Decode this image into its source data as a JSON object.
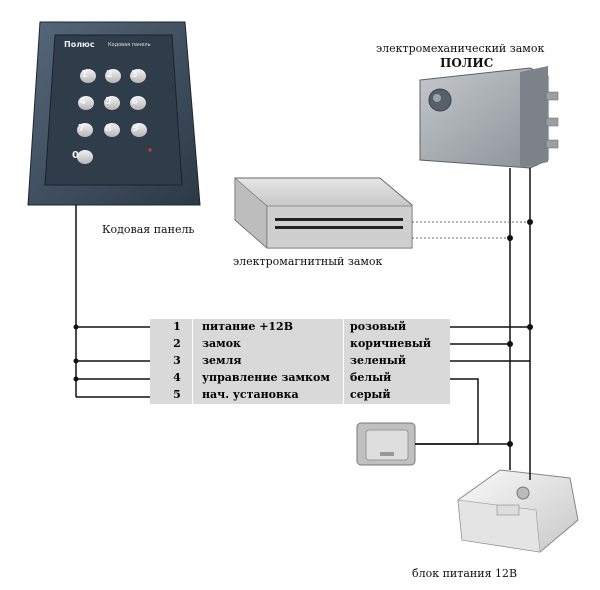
{
  "keypad": {
    "brand": "Полюс",
    "subtitle": "Кодовая панель",
    "keys": [
      "1",
      "2",
      "3",
      "4",
      "5",
      "6",
      "7",
      "8",
      "9",
      "0"
    ],
    "label": "Кодовая панель"
  },
  "mech_lock": {
    "label_line1": "электромеханический замок",
    "label_line2": "ПОЛИС"
  },
  "magnetic_lock": {
    "label": "электромагнитный замок"
  },
  "power_supply": {
    "label": "блок питания 12В"
  },
  "terminals": [
    {
      "num": "1",
      "desc": "питание +12В",
      "color": "розовый"
    },
    {
      "num": "2",
      "desc": "замок",
      "color": "коричневый"
    },
    {
      "num": "3",
      "desc": "земля",
      "color": "зеленый"
    },
    {
      "num": "4",
      "desc": "управление замком",
      "color": "белый"
    },
    {
      "num": "5",
      "desc": "нач. установка",
      "color": "серый"
    }
  ],
  "colors": {
    "wire": "#111111",
    "device_dark": "#3a4a5a",
    "device_grey": "#a8acb0",
    "table_bg": "#d9d9d9"
  }
}
